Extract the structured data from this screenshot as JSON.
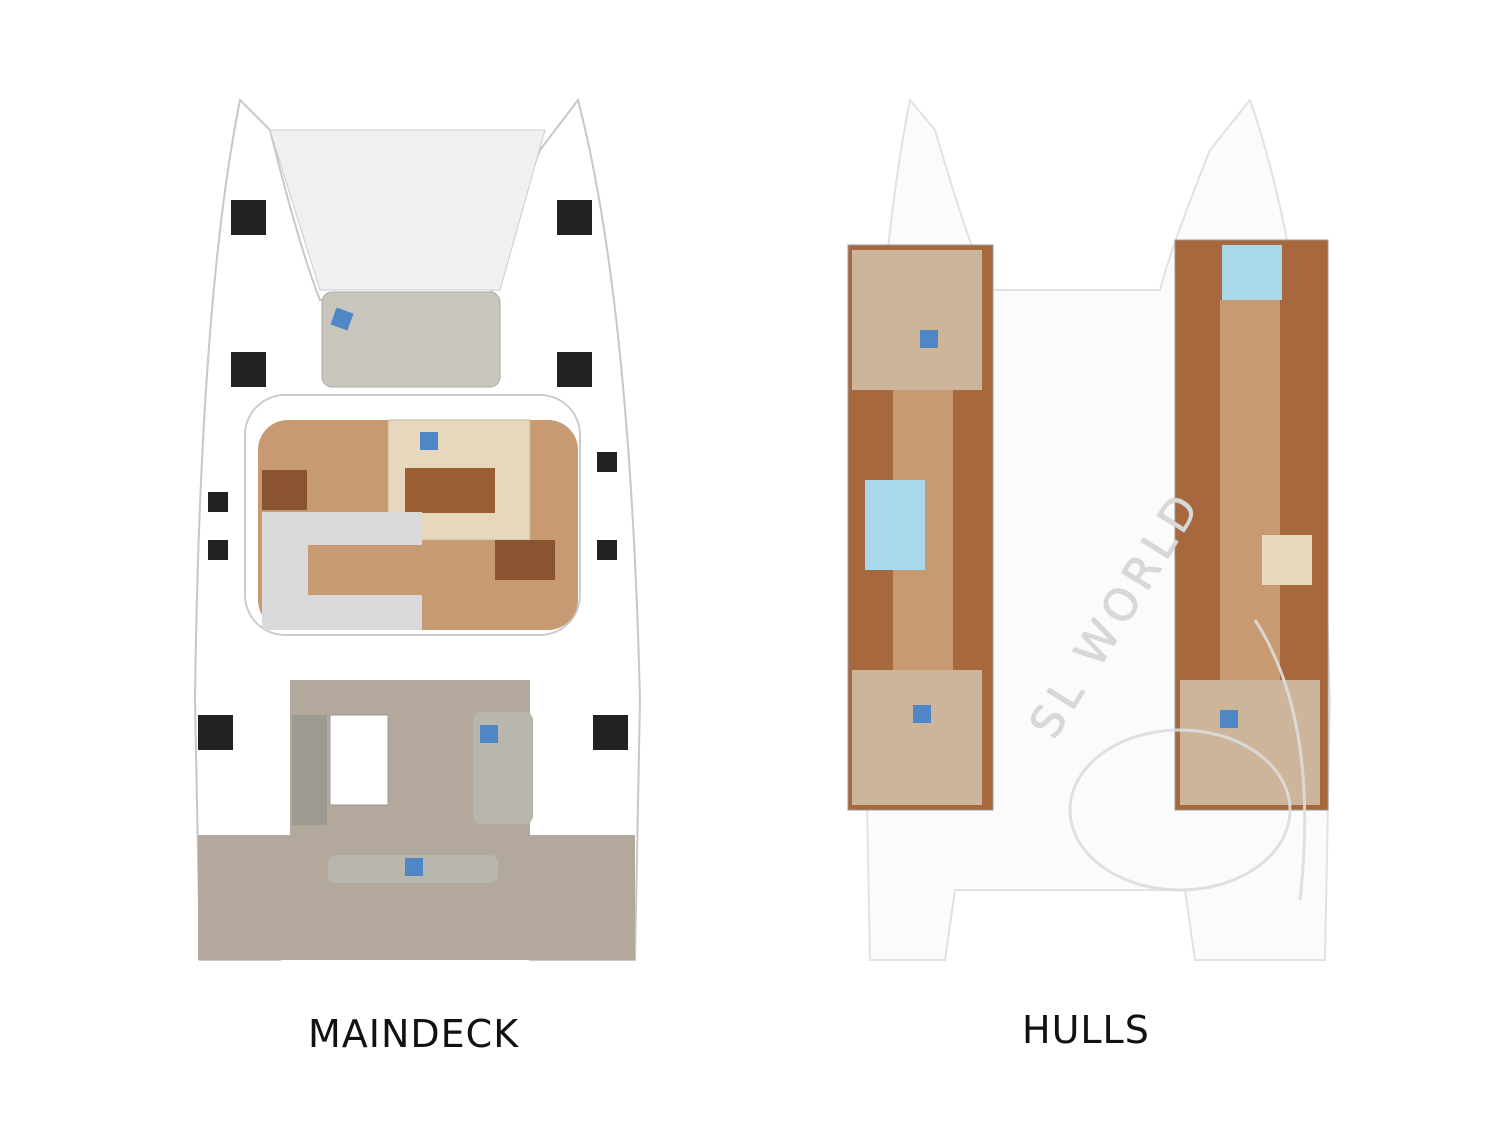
{
  "diagrams": [
    {
      "label": "MAINDECK"
    },
    {
      "label": "HULLS"
    }
  ],
  "watermark": "SL WORLD",
  "colors": {
    "wood": "#a8683e",
    "floor": "#c89a72",
    "deck_teak": "#b3a89c",
    "cushion_grey": "#b9b6ae",
    "pillow_blue": "#4f86c6",
    "bathroom_blue": "#a9d8ea",
    "hull_white": "#ffffff",
    "hull_outline": "#c8c8c8",
    "faded": "#eeeeee"
  }
}
